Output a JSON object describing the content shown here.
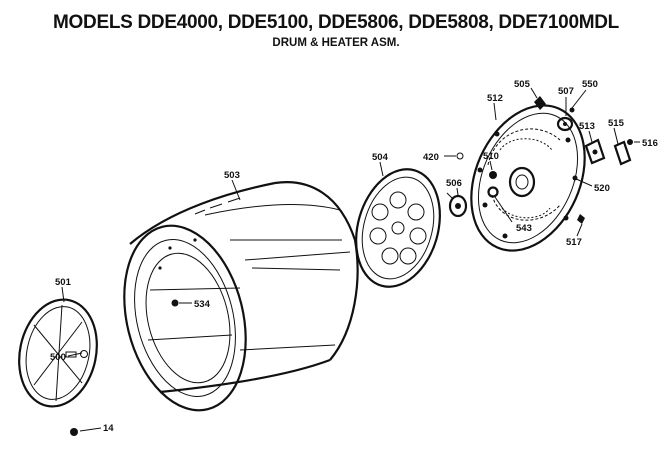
{
  "title": "MODELS DDE4000, DDE5100, DDE5806, DDE5808, DDE7100MDL",
  "subtitle": "DRUM & HEATER ASM.",
  "parts": {
    "p501": "501",
    "p500": "500",
    "p14": "14",
    "p503": "503",
    "p534": "534",
    "p504": "504",
    "p506": "506",
    "p420": "420",
    "p512": "512",
    "p505": "505",
    "p507": "507",
    "p550": "550",
    "p510": "510",
    "p513": "513",
    "p515": "515",
    "p516": "516",
    "p520": "520",
    "p543": "543",
    "p517": "517"
  }
}
